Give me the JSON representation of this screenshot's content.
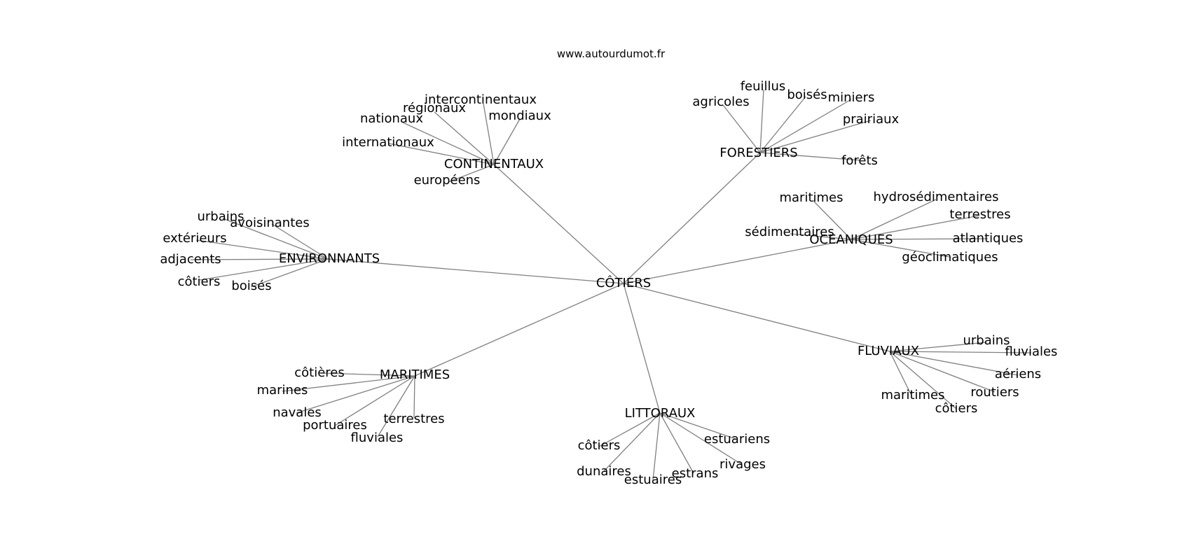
{
  "website": "www.autourdumot.fr",
  "root": {
    "id": "root",
    "label": "CÔTIERS"
  },
  "categories": [
    {
      "id": "continentaux",
      "label": "CONTINENTAUX",
      "words": [
        {
          "id": "intercontinentaux",
          "label": "intercontinentaux"
        },
        {
          "id": "regionaux",
          "label": "régionaux"
        },
        {
          "id": "mondiaux",
          "label": "mondiaux"
        },
        {
          "id": "nationaux",
          "label": "nationaux"
        },
        {
          "id": "internationaux",
          "label": "internationaux"
        },
        {
          "id": "europeens",
          "label": "européens"
        }
      ]
    },
    {
      "id": "forestiers",
      "label": "FORESTIERS",
      "words": [
        {
          "id": "feuillus",
          "label": "feuillus"
        },
        {
          "id": "boises",
          "label": "boisés"
        },
        {
          "id": "miniers",
          "label": "miniers"
        },
        {
          "id": "agricoles",
          "label": "agricoles"
        },
        {
          "id": "prairiaux",
          "label": "prairiaux"
        },
        {
          "id": "forets",
          "label": "forêts"
        }
      ]
    },
    {
      "id": "oceaniques",
      "label": "OCEANIQUES",
      "words": [
        {
          "id": "maritimes",
          "label": "maritimes"
        },
        {
          "id": "hydrosedimentaires",
          "label": "hydrosédimentaires"
        },
        {
          "id": "terrestres",
          "label": "terrestres"
        },
        {
          "id": "sedimentaires",
          "label": "sédimentaires"
        },
        {
          "id": "atlantiques",
          "label": "atlantiques"
        },
        {
          "id": "geoclimatiques",
          "label": "géoclimatiques"
        }
      ]
    },
    {
      "id": "environnants",
      "label": "ENVIRONNANTS",
      "words": [
        {
          "id": "urbains",
          "label": "urbains"
        },
        {
          "id": "avoisinantes",
          "label": "avoisinantes"
        },
        {
          "id": "exterieurs",
          "label": "extérieurs"
        },
        {
          "id": "adjacents",
          "label": "adjacents"
        },
        {
          "id": "cotiers",
          "label": "côtiers"
        },
        {
          "id": "boises",
          "label": "boisés"
        }
      ]
    },
    {
      "id": "fluviaux",
      "label": "FLUVIAUX",
      "words": [
        {
          "id": "urbains",
          "label": "urbains"
        },
        {
          "id": "fluviales",
          "label": "fluviales"
        },
        {
          "id": "aeriens",
          "label": "aériens"
        },
        {
          "id": "routiers",
          "label": "routiers"
        },
        {
          "id": "maritimes",
          "label": "maritimes"
        },
        {
          "id": "cotiers",
          "label": "côtiers"
        }
      ]
    },
    {
      "id": "maritimes",
      "label": "MARITIMES",
      "words": [
        {
          "id": "cotieres",
          "label": "côtières"
        },
        {
          "id": "marines",
          "label": "marines"
        },
        {
          "id": "navales",
          "label": "navales"
        },
        {
          "id": "portuaires",
          "label": "portuaires"
        },
        {
          "id": "terrestres",
          "label": "terrestres"
        },
        {
          "id": "fluviales",
          "label": "fluviales"
        }
      ]
    },
    {
      "id": "littoraux",
      "label": "LITTORAUX",
      "words": [
        {
          "id": "cotiers",
          "label": "côtiers"
        },
        {
          "id": "estuariens",
          "label": "estuariens"
        },
        {
          "id": "rivages",
          "label": "rivages"
        },
        {
          "id": "dunaires",
          "label": "dunaires"
        },
        {
          "id": "estrans",
          "label": "estrans"
        },
        {
          "id": "estuaires",
          "label": "estuaires"
        }
      ]
    }
  ]
}
